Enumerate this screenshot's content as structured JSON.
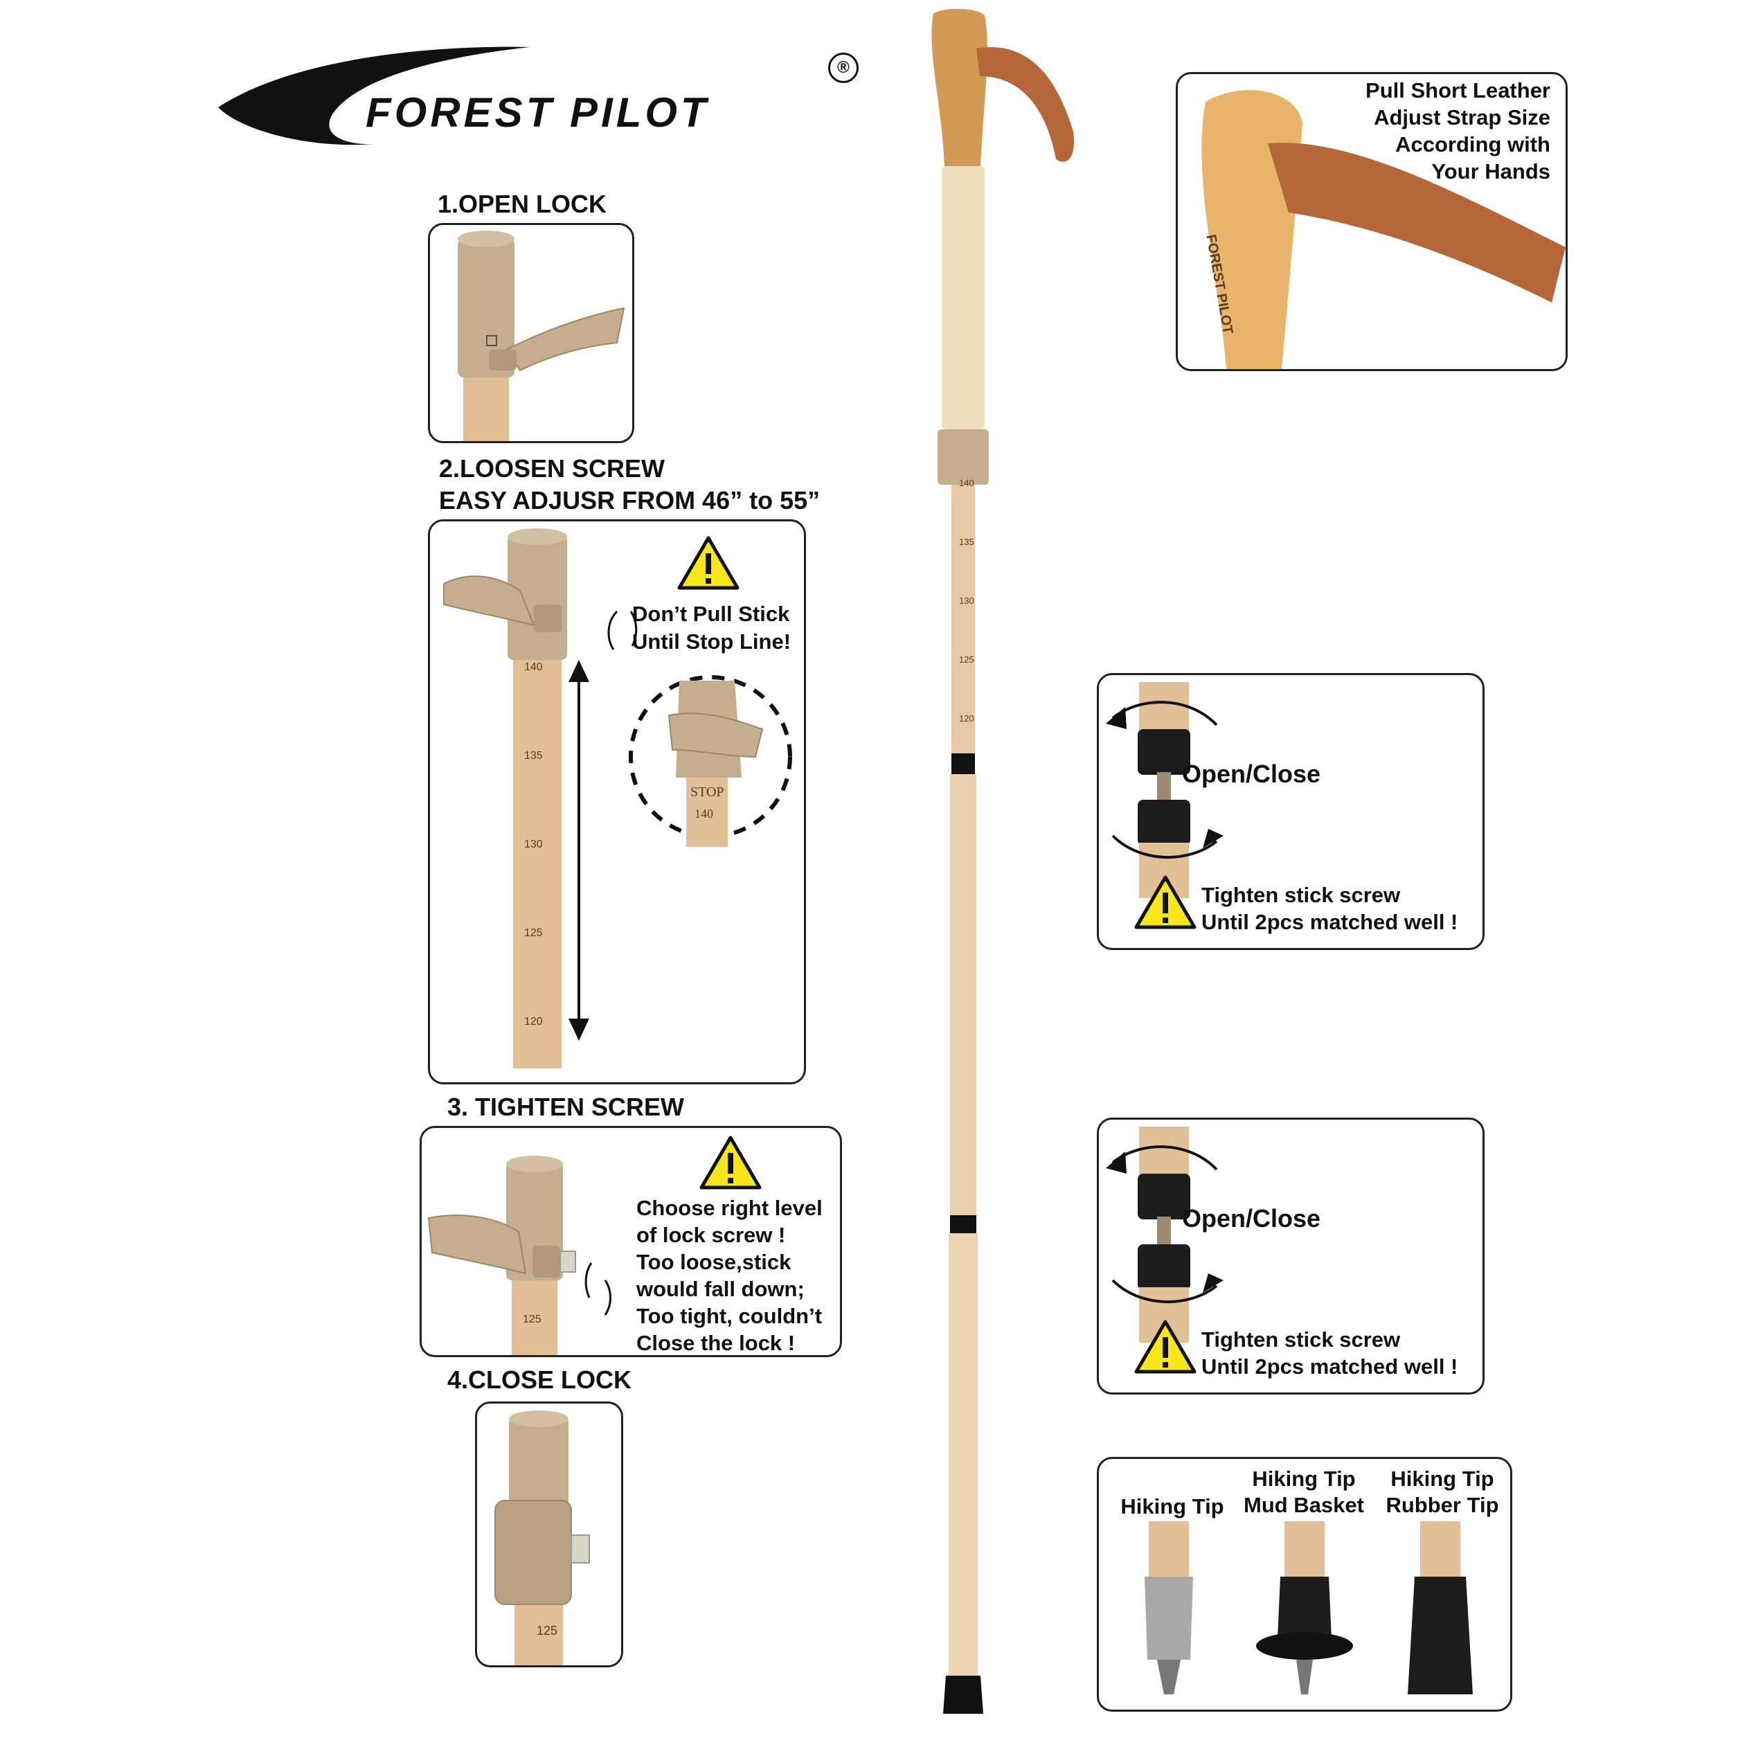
{
  "brand": {
    "name": "FOREST PILOT",
    "registered_mark": "®"
  },
  "steps": {
    "step1": {
      "title": "1.OPEN LOCK"
    },
    "step2": {
      "title": "2.LOOSEN SCREW",
      "subtitle": "EASY ADJUSR FROM 46” to 55”",
      "warning_line1": "Don’t Pull Stick",
      "warning_line2": "Until Stop Line!",
      "stop_label": "STOP",
      "stop_mark": "140",
      "scale_marks": [
        "140",
        "135",
        "130",
        "125",
        "120"
      ]
    },
    "step3": {
      "title": "3. TIGHTEN SCREW",
      "scale_mark": "125",
      "notes": [
        "Choose right level",
        "of lock screw !",
        "Too loose,stick",
        "would fall down;",
        "Too tight, couldn’t",
        "Close the lock !"
      ]
    },
    "step4": {
      "title": "4.CLOSE LOCK",
      "scale_mark": "125"
    }
  },
  "strap": {
    "lines": [
      "Pull Short Leather",
      "Adjust Strap Size",
      "According with",
      "Your Hands"
    ],
    "handle_text": "FOREST PILOT"
  },
  "joint_top": {
    "label": "Open/Close",
    "warning_line1": "Tighten stick screw",
    "warning_line2": "Until 2pcs matched well !"
  },
  "joint_bottom": {
    "label": "Open/Close",
    "warning_line1": "Tighten stick screw",
    "warning_line2": "Until 2pcs matched well !"
  },
  "tips": {
    "tip1": {
      "line1": "Hiking Tip"
    },
    "tip2": {
      "line1": "Hiking Tip",
      "line2": "Mud Basket"
    },
    "tip3": {
      "line1": "Hiking Tip",
      "line2": "Rubber Tip"
    }
  },
  "pole_scale_marks": [
    "140",
    "135",
    "130",
    "125",
    "120"
  ],
  "colors": {
    "wood": "#e8c9a4",
    "wood_dark": "#c89a6e",
    "plastic": "#c4ae8e",
    "leather": "#b5673a",
    "warning_yellow": "#f7e61a",
    "outline": "#222222"
  }
}
